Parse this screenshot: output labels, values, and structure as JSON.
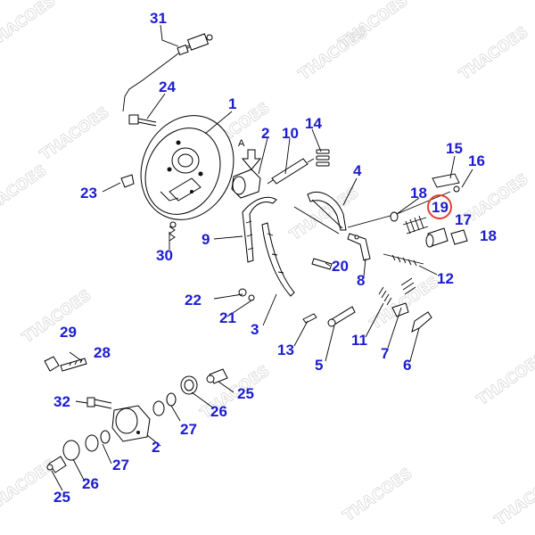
{
  "watermark": {
    "text": "THACOES"
  },
  "view_marker": {
    "text": "A"
  },
  "parts": [
    {
      "num": "31"
    },
    {
      "num": "24"
    },
    {
      "num": "1"
    },
    {
      "num": "2"
    },
    {
      "num": "10"
    },
    {
      "num": "14"
    },
    {
      "num": "15"
    },
    {
      "num": "16"
    },
    {
      "num": "4"
    },
    {
      "num": "18"
    },
    {
      "num": "19"
    },
    {
      "num": "17"
    },
    {
      "num": "18"
    },
    {
      "num": "23"
    },
    {
      "num": "9"
    },
    {
      "num": "30"
    },
    {
      "num": "20"
    },
    {
      "num": "8"
    },
    {
      "num": "12"
    },
    {
      "num": "22"
    },
    {
      "num": "21"
    },
    {
      "num": "3"
    },
    {
      "num": "11"
    },
    {
      "num": "13"
    },
    {
      "num": "7"
    },
    {
      "num": "5"
    },
    {
      "num": "6"
    },
    {
      "num": "29"
    },
    {
      "num": "28"
    },
    {
      "num": "32"
    },
    {
      "num": "25"
    },
    {
      "num": "26"
    },
    {
      "num": "2"
    },
    {
      "num": "27"
    },
    {
      "num": "27"
    },
    {
      "num": "26"
    },
    {
      "num": "25"
    }
  ],
  "highlight": {
    "part": "19",
    "color": "#e0412f"
  },
  "colors": {
    "label": "#1c1ccf",
    "line": "#000000",
    "watermark": "#c9c9c9"
  }
}
